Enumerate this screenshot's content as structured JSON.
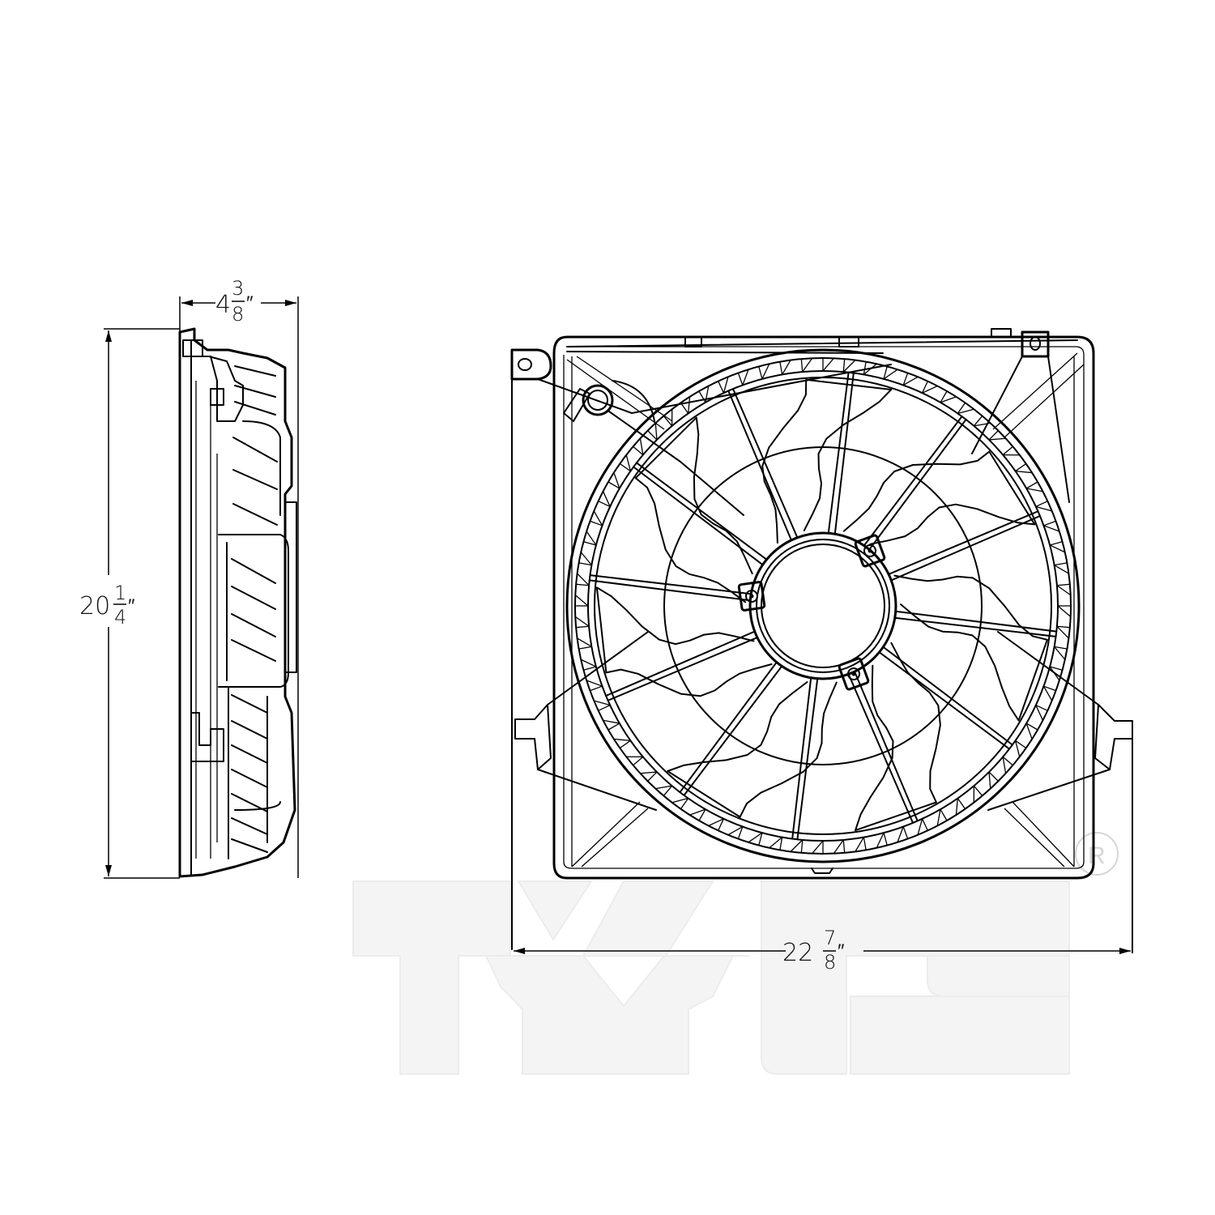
{
  "drawing": {
    "subject": "Radiator / A/C condenser cooling fan assembly",
    "views": [
      "side-view",
      "front-view"
    ],
    "line_color": "#000000",
    "background": "#ffffff"
  },
  "dimensions": {
    "depth": {
      "whole": "4",
      "numerator": "3",
      "denominator": "8",
      "unit": "″",
      "label": "4 3/8\""
    },
    "height": {
      "whole": "20",
      "numerator": "1",
      "denominator": "4",
      "unit": "″",
      "label": "20 1/4\""
    },
    "width": {
      "whole": "22",
      "numerator": "7",
      "denominator": "8",
      "unit": "″",
      "label": "22 7/8\""
    }
  },
  "watermark": {
    "text": "TYC",
    "letters": [
      "T",
      "Y",
      "C"
    ],
    "registered_mark": "R",
    "color": "#f4f4f4"
  },
  "fan": {
    "blade_count": 7,
    "spoke_count": 12,
    "motor_mount_count": 3
  }
}
